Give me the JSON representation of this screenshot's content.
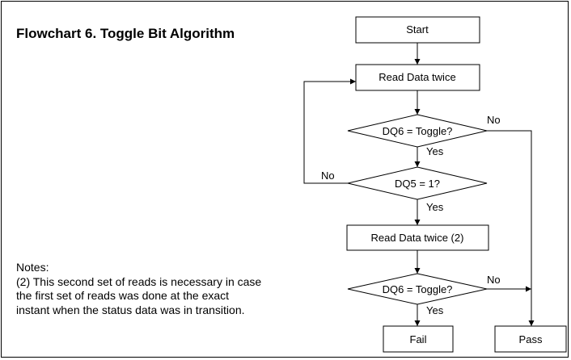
{
  "title": "Flowchart 6. Toggle Bit Algorithm",
  "notes": {
    "heading": "Notes:",
    "lines": [
      "(2) This second set of reads is necessary in case",
      "the first set of reads was done at the exact",
      "instant when the status data was in transition."
    ]
  },
  "flowchart": {
    "nodes": {
      "start": "Start",
      "read1": "Read Data twice",
      "dq6_check": "DQ6 = Toggle?",
      "dq5_check": "DQ5 = 1?",
      "read2": "Read Data twice (2)",
      "dq6_recheck": "DQ6 = Toggle?",
      "fail": "Fail",
      "pass": "Pass"
    },
    "edge_labels": {
      "dq6_no": "No",
      "dq6_yes": "Yes",
      "dq5_no": "No",
      "dq5_yes": "Yes",
      "dq6_recheck_no": "No",
      "dq6_recheck_yes": "Yes"
    }
  },
  "colors": {
    "stroke": "#000000",
    "background": "#ffffff"
  }
}
